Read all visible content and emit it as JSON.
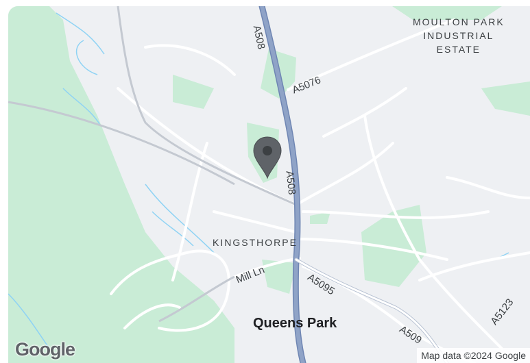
{
  "map": {
    "labels": {
      "district_moulton": "MOULTON PARK\nINDUSTRIAL\nESTATE",
      "district_kingsthorpe": "KINGSTHORPE",
      "road_a508_top": "A508",
      "road_a508_mid": "A508",
      "road_a5076": "A5076",
      "road_mill_ln": "Mill Ln",
      "road_a5095": "A5095",
      "road_a509_partial": "A509",
      "road_a5123": "A5123",
      "place_queens_park": "Queens Park"
    },
    "attribution": "Map data ©2024 Google",
    "logo": "Google",
    "marker": {
      "icon": "map-pin-icon",
      "color": "#5f6368"
    }
  },
  "colors": {
    "background": "#eef0f3",
    "park": "#c9ecd6",
    "water": "#8fd3f4",
    "major_road_fill": "#8fa3c7",
    "major_road_edge": "#6f86b3",
    "minor_road": "#ffffff"
  }
}
